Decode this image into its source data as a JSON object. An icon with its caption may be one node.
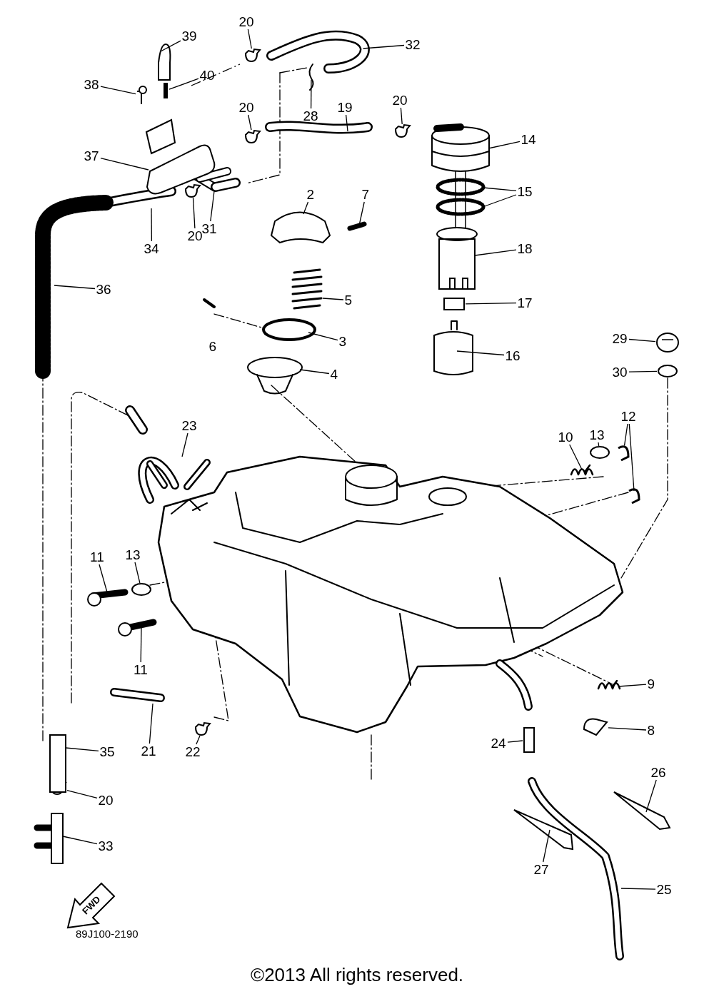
{
  "diagram": {
    "nodes": [
      {
        "text": [
          "39"
        ]
      },
      {
        "text": [
          "20"
        ]
      },
      {
        "text": [
          "32"
        ]
      },
      {
        "text": [
          "40"
        ]
      },
      {
        "text": [
          "38"
        ]
      },
      {
        "text": [
          "28"
        ]
      },
      {
        "text": [
          "20"
        ]
      },
      {
        "text": [
          "19"
        ]
      },
      {
        "text": [
          "20"
        ]
      },
      {
        "text": [
          "14"
        ]
      },
      {
        "text": [
          "37"
        ]
      },
      {
        "text": [
          "15"
        ]
      },
      {
        "text": [
          "34"
        ]
      },
      {
        "text": [
          "20"
        ]
      },
      {
        "text": [
          "31"
        ]
      },
      {
        "text": [
          "2"
        ]
      },
      {
        "text": [
          "7"
        ]
      },
      {
        "text": [
          "18"
        ]
      },
      {
        "text": [
          "36"
        ]
      },
      {
        "text": [
          "5"
        ]
      },
      {
        "text": [
          "17"
        ]
      },
      {
        "text": [
          "3"
        ]
      },
      {
        "text": [
          "16"
        ]
      },
      {
        "text": [
          "29"
        ]
      },
      {
        "text": [
          "30"
        ]
      },
      {
        "text": [
          "4"
        ]
      },
      {
        "text": [
          "23"
        ]
      },
      {
        "text": [
          "10"
        ]
      },
      {
        "text": [
          "13"
        ]
      },
      {
        "text": [
          "12"
        ]
      },
      {
        "text": [
          "11"
        ]
      },
      {
        "text": [
          "13"
        ]
      },
      {
        "text": [
          "11"
        ]
      },
      {
        "text": [
          "9"
        ]
      },
      {
        "text": [
          "35"
        ]
      },
      {
        "text": [
          "21"
        ]
      },
      {
        "text": [
          "22"
        ]
      },
      {
        "text": [
          "24"
        ]
      },
      {
        "text": [
          "8"
        ]
      },
      {
        "text": [
          "26"
        ]
      },
      {
        "text": [
          "20"
        ]
      },
      {
        "text": [
          "33"
        ]
      },
      {
        "text": [
          "27"
        ]
      },
      {
        "text": [
          "25"
        ]
      },
      {
        "text": [],
        "shape": "clamp"
      },
      {
        "text": [],
        "shape": "screw"
      },
      {
        "text": [],
        "shape": "clamp"
      },
      {
        "text": [],
        "shape": "clamp"
      },
      {
        "text": [],
        "shape": "clamp"
      },
      {
        "text": [],
        "shape": "cap"
      },
      {
        "text": [],
        "shape": "washer"
      },
      {
        "text": [],
        "shape": "washer"
      },
      {
        "text": [],
        "shape": "clip"
      },
      {
        "text": [],
        "shape": "clip"
      },
      {
        "text": [],
        "shape": "washer"
      },
      {
        "text": [],
        "shape": "clamp"
      },
      {
        "text": [],
        "shape": "tube"
      },
      {
        "text": [],
        "shape": "clamp"
      },
      {
        "text": [],
        "shape": "knob"
      },
      {
        "text": [],
        "shape": "spring"
      },
      {
        "text": [],
        "shape": "cover"
      },
      {
        "text": [],
        "shape": "strap"
      },
      {
        "text": [],
        "shape": "strap"
      },
      {
        "text": [],
        "shape": "valve"
      },
      {
        "text": [],
        "shape": "strainer"
      },
      {
        "text": [],
        "shape": "sleeve"
      },
      {
        "text": [],
        "shape": "band"
      },
      {
        "text": [],
        "shape": "fitting"
      },
      {
        "text": [],
        "shape": "pipe"
      },
      {
        "text": [],
        "shape": "holder"
      }
    ],
    "edges": [
      {
        "from": 0,
        "to": 58,
        "arrow": "none"
      },
      {
        "from": 1,
        "to": 44,
        "arrow": "none"
      },
      {
        "from": 2,
        "to": null,
        "arrow": "none"
      },
      {
        "from": 3,
        "to": 59,
        "arrow": "none"
      },
      {
        "from": 4,
        "to": 45,
        "arrow": "none"
      },
      {
        "from": 5,
        "to": null,
        "arrow": "none"
      },
      {
        "from": 6,
        "to": 46,
        "arrow": "none"
      },
      {
        "from": 7,
        "to": null,
        "arrow": "none"
      },
      {
        "from": 8,
        "to": 47,
        "arrow": "none"
      },
      {
        "from": 9,
        "to": null,
        "arrow": "none"
      },
      {
        "from": 10,
        "to": 63,
        "arrow": "none"
      },
      {
        "from": 11,
        "to": null,
        "arrow": "none"
      },
      {
        "from": 11,
        "to": null,
        "arrow": "none"
      },
      {
        "from": 12,
        "to": null,
        "arrow": "none"
      },
      {
        "from": 13,
        "to": 48,
        "arrow": "none"
      },
      {
        "from": 14,
        "to": null,
        "arrow": "none"
      },
      {
        "from": 15,
        "to": 60,
        "arrow": "none"
      },
      {
        "from": 16,
        "to": null,
        "arrow": "none"
      },
      {
        "from": 17,
        "to": 65,
        "arrow": "none"
      },
      {
        "from": 18,
        "to": null,
        "arrow": "none"
      },
      {
        "from": 19,
        "to": null,
        "arrow": "none"
      },
      {
        "from": 20,
        "to": 66,
        "arrow": "none"
      },
      {
        "from": 21,
        "to": null,
        "arrow": "none"
      },
      {
        "from": 22,
        "to": 64,
        "arrow": "none"
      },
      {
        "from": 23,
        "to": 49,
        "arrow": "none"
      },
      {
        "from": 24,
        "to": 50,
        "arrow": "none"
      },
      {
        "from": 25,
        "to": null,
        "arrow": "none"
      },
      {
        "from": 26,
        "to": null,
        "arrow": "none"
      },
      {
        "from": 27,
        "to": null,
        "arrow": "none"
      },
      {
        "from": 28,
        "to": 51,
        "arrow": "none"
      },
      {
        "from": 29,
        "to": 52,
        "arrow": "none"
      },
      {
        "from": 29,
        "to": 53,
        "arrow": "none"
      },
      {
        "from": 30,
        "to": null,
        "arrow": "none"
      },
      {
        "from": 31,
        "to": 54,
        "arrow": "none"
      },
      {
        "from": 32,
        "to": null,
        "arrow": "none"
      },
      {
        "from": 33,
        "to": null,
        "arrow": "none"
      },
      {
        "from": 34,
        "to": 68,
        "arrow": "none"
      },
      {
        "from": 35,
        "to": null,
        "arrow": "none"
      },
      {
        "from": 36,
        "to": 55,
        "arrow": "none"
      },
      {
        "from": 37,
        "to": 56,
        "arrow": "none"
      },
      {
        "from": 38,
        "to": 69,
        "arrow": "none"
      },
      {
        "from": 39,
        "to": 62,
        "arrow": "none"
      },
      {
        "from": 40,
        "to": 57,
        "arrow": "none"
      },
      {
        "from": 41,
        "to": 67,
        "arrow": "none"
      },
      {
        "from": 42,
        "to": 61,
        "arrow": "none"
      },
      {
        "from": 43,
        "to": null,
        "arrow": "none"
      }
    ],
    "labels": [
      "6",
      "FWD",
      "89J100-2190",
      "©2013 All rights reserved."
    ]
  }
}
